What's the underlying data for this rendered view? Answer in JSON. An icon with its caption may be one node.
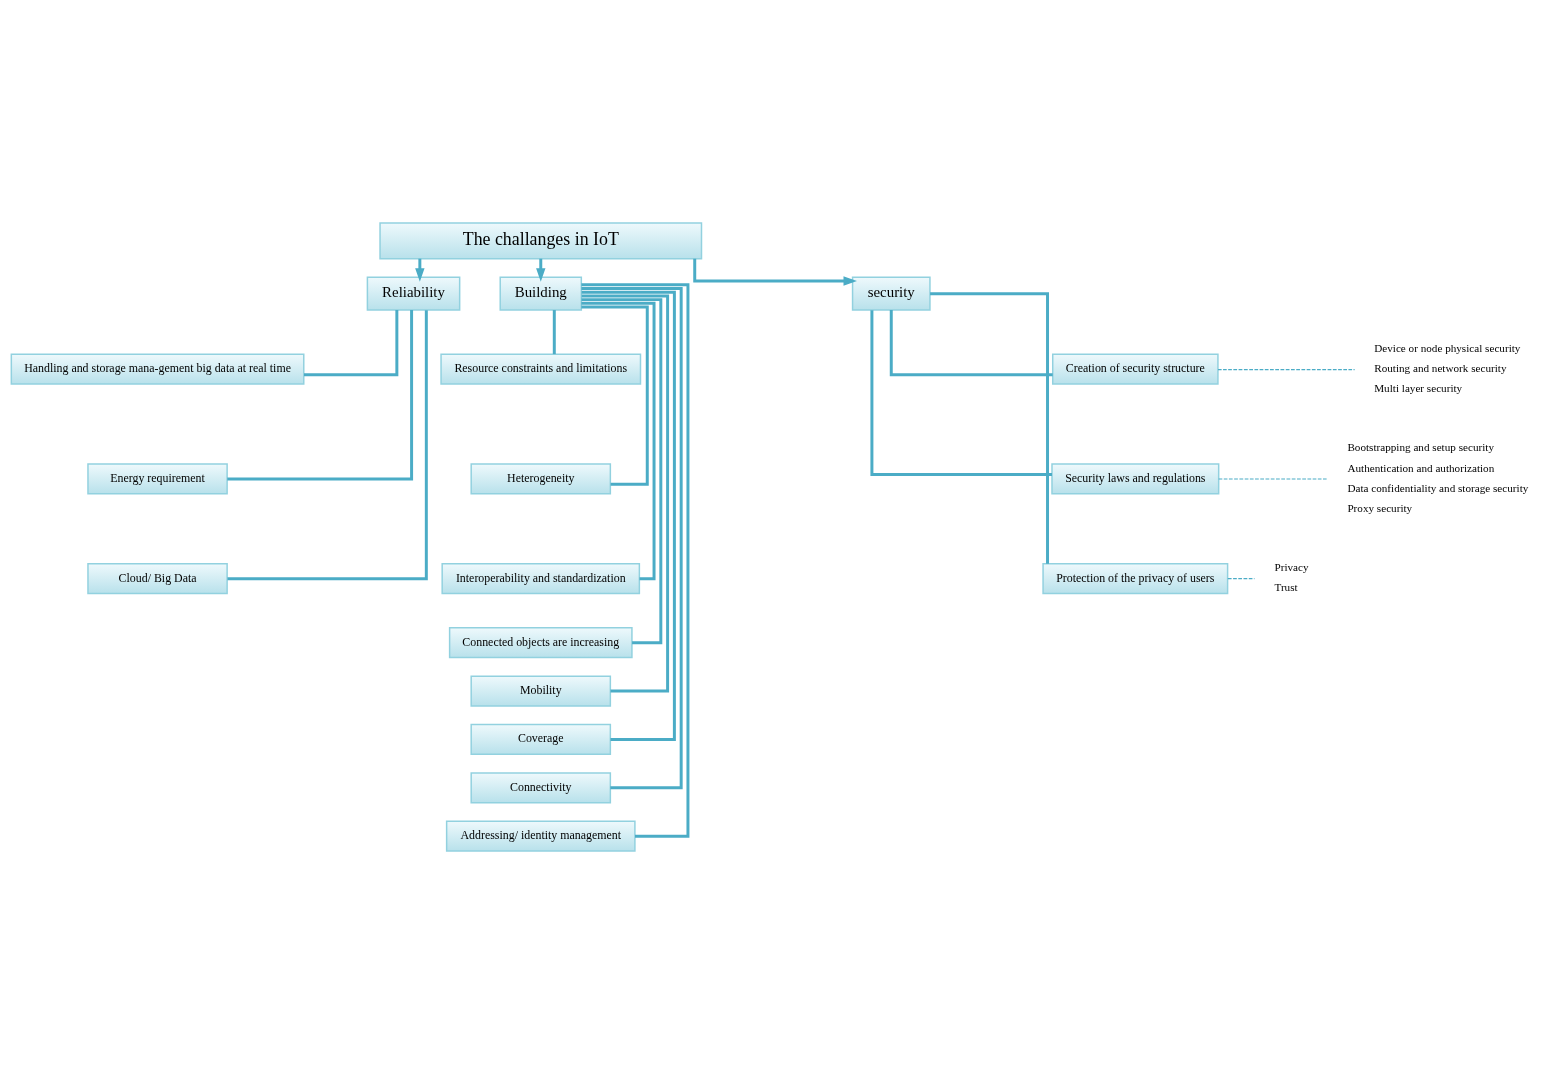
{
  "diagram": {
    "nodes": [
      {
        "text": [
          "The challanges in IoT"
        ]
      },
      {
        "text": [
          "Reliability"
        ]
      },
      {
        "text": [
          "Building"
        ]
      },
      {
        "text": [
          "security"
        ]
      },
      {
        "text": [
          "Handling and storage mana-gement big data at real time"
        ]
      },
      {
        "text": [
          "Energy requirement"
        ]
      },
      {
        "text": [
          "Cloud/ Big Data"
        ]
      },
      {
        "text": [
          "Resource constraints and limitations"
        ]
      },
      {
        "text": [
          "Heterogeneity"
        ]
      },
      {
        "text": [
          "Interoperability and standardization"
        ]
      },
      {
        "text": [
          "Connected objects are increasing"
        ]
      },
      {
        "text": [
          "Mobility"
        ]
      },
      {
        "text": [
          "Coverage"
        ]
      },
      {
        "text": [
          "Connectivity"
        ]
      },
      {
        "text": [
          "Addressing/ identity management"
        ]
      },
      {
        "text": [
          "Creation of security structure"
        ],
        "beside": [
          "Device or node physical security",
          "Routing and network security",
          "Multi layer security"
        ]
      },
      {
        "text": [
          "Security laws and regulations"
        ],
        "beside": [
          "Bootstrapping and setup security",
          "Authentication and authorization",
          "Data confidentiality and storage security",
          "Proxy security"
        ]
      },
      {
        "text": [
          "Protection of the privacy of users"
        ],
        "beside": [
          "Privacy",
          "Trust"
        ]
      }
    ],
    "edges": [
      {
        "from": 0,
        "to": 1,
        "arrow": "to"
      },
      {
        "from": 0,
        "to": 2,
        "arrow": "to"
      },
      {
        "from": 0,
        "to": 3,
        "arrow": "to"
      },
      {
        "from": 1,
        "to": 4,
        "arrow": "none"
      },
      {
        "from": 1,
        "to": 5,
        "arrow": "none"
      },
      {
        "from": 1,
        "to": 6,
        "arrow": "none"
      },
      {
        "from": 2,
        "to": 7,
        "arrow": "none"
      },
      {
        "from": 2,
        "to": 8,
        "arrow": "none"
      },
      {
        "from": 2,
        "to": 9,
        "arrow": "none"
      },
      {
        "from": 2,
        "to": 10,
        "arrow": "none"
      },
      {
        "from": 2,
        "to": 11,
        "arrow": "none"
      },
      {
        "from": 2,
        "to": 12,
        "arrow": "none"
      },
      {
        "from": 2,
        "to": 13,
        "arrow": "none"
      },
      {
        "from": 2,
        "to": 14,
        "arrow": "none"
      },
      {
        "from": 3,
        "to": 15,
        "arrow": "none"
      },
      {
        "from": 3,
        "to": 16,
        "arrow": "none"
      },
      {
        "from": 3,
        "to": 17,
        "arrow": "none"
      }
    ]
  }
}
